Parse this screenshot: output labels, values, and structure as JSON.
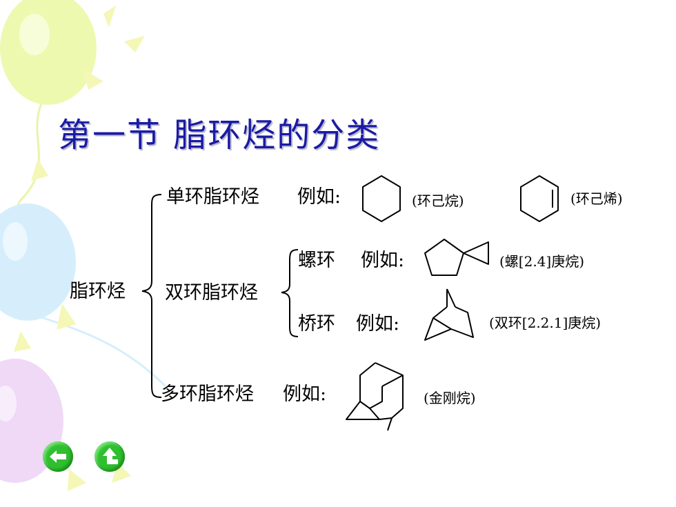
{
  "slide": {
    "title": "第一节 脂环烃的分类",
    "root_label": "脂环烃",
    "categories": {
      "mono": {
        "label": "单环脂环烃",
        "example_label": "例如:"
      },
      "bi": {
        "label": "双环脂环烃",
        "spiro": {
          "label": "螺环",
          "example_label": "例如:"
        },
        "bridged": {
          "label": "桥环",
          "example_label": "例如:"
        }
      },
      "poly": {
        "label": "多环脂环烃",
        "example_label": "例如:"
      }
    },
    "compounds": {
      "cyclohexane": "(环己烷)",
      "cyclohexene": "(环己烯)",
      "spiro_heptane": "(螺[2.4]庚烷)",
      "norbornane": "(双环[2.2.1]庚烷)",
      "adamantane": "(金刚烷)"
    }
  },
  "navigation": {
    "back": "back-arrow-icon",
    "up": "up-arrow-icon"
  },
  "colors": {
    "title": "#1a1aa6",
    "nav_button": "#2fbf2f",
    "balloon_yellow": "#eef9b0",
    "balloon_blue": "#d6eefc",
    "balloon_purple": "#efd9f6"
  }
}
